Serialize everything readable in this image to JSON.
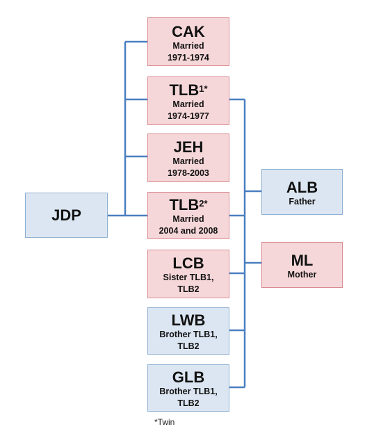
{
  "nodes": {
    "cak": {
      "name": "CAK",
      "line1": "Married",
      "line2": "1971-1974"
    },
    "tlb1": {
      "name": "TLB",
      "sup": "1*",
      "line1": "Married",
      "line2": "1974-1977"
    },
    "jeh": {
      "name": "JEH",
      "line1": "Married",
      "line2": "1978-2003"
    },
    "tlb2": {
      "name": "TLB",
      "sup": "2*",
      "line1": "Married",
      "line2": "2004 and 2008"
    },
    "lcb": {
      "name": "LCB",
      "line1": "Sister TLB1,",
      "line2": "TLB2"
    },
    "lwb": {
      "name": "LWB",
      "line1": "Brother TLB1,",
      "line2": "TLB2"
    },
    "glb": {
      "name": "GLB",
      "line1": "Brother TLB1,",
      "line2": "TLB2"
    },
    "jdp": {
      "name": "JDP"
    },
    "alb": {
      "name": "ALB",
      "line1": "Father"
    },
    "ml": {
      "name": "ML",
      "line1": "Mother"
    }
  },
  "footnote": "*Twin",
  "colors": {
    "pink_fill": "#f6d7d9",
    "pink_border": "#d98b92",
    "blue_fill": "#dce6f2",
    "blue_border": "#8fb0d2",
    "connector": "#4a7fc0"
  }
}
